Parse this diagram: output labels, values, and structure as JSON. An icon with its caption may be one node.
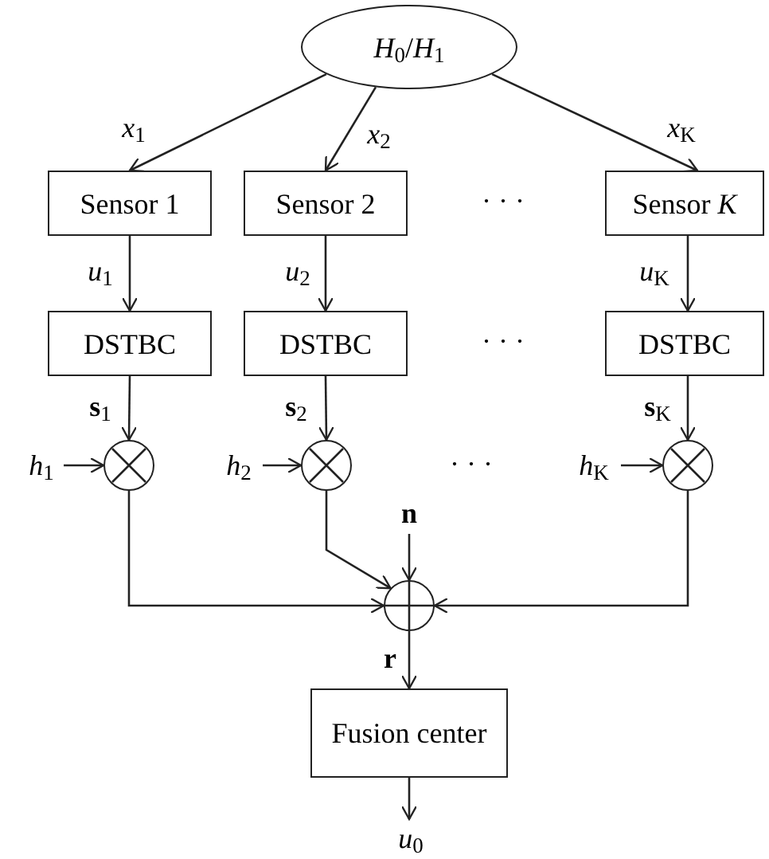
{
  "diagram": {
    "nodes": [
      {
        "text": [
          "*H*$_{0}$/*H*$_{1}$"
        ]
      },
      {
        "text": [
          "Sensor 1"
        ]
      },
      {
        "text": [
          "Sensor 2"
        ]
      },
      {
        "text": [
          "Sensor *K*"
        ]
      },
      {
        "text": [
          "DSTBC"
        ]
      },
      {
        "text": [
          "DSTBC"
        ]
      },
      {
        "text": [
          "DSTBC"
        ]
      },
      {
        "text": [],
        "shape": "circle"
      },
      {
        "text": [],
        "shape": "circle"
      },
      {
        "text": [],
        "shape": "circle"
      },
      {
        "text": [],
        "shape": "circle"
      },
      {
        "text": [
          "Fusion center"
        ]
      }
    ],
    "edges": [
      {
        "from": 0,
        "to": 1,
        "arrow": "to",
        "label": "*x*$_{1}$"
      },
      {
        "from": 0,
        "to": 2,
        "arrow": "to",
        "label": "*x*$_{2}$"
      },
      {
        "from": 0,
        "to": 3,
        "arrow": "to",
        "label": "*x*$_{K}$"
      },
      {
        "from": 1,
        "to": 4,
        "arrow": "to",
        "label": "*u*$_{1}$"
      },
      {
        "from": 2,
        "to": 5,
        "arrow": "to",
        "label": "*u*$_{2}$"
      },
      {
        "from": 3,
        "to": 6,
        "arrow": "to",
        "label": "*u*$_{K}$"
      },
      {
        "from": 4,
        "to": 7,
        "arrow": "to",
        "label": "**s**$_{1}$"
      },
      {
        "from": 5,
        "to": 8,
        "arrow": "to",
        "label": "**s**$_{2}$"
      },
      {
        "from": 6,
        "to": 9,
        "arrow": "to",
        "label": "**s**$_{K}$"
      },
      {
        "from": null,
        "to": 7,
        "arrow": "to",
        "label": "*h*$_{1}$"
      },
      {
        "from": null,
        "to": 8,
        "arrow": "to",
        "label": "*h*$_{2}$"
      },
      {
        "from": null,
        "to": 9,
        "arrow": "to",
        "label": "*h*$_{K}$"
      },
      {
        "from": 7,
        "to": 10,
        "arrow": "to"
      },
      {
        "from": 8,
        "to": 10,
        "arrow": "to"
      },
      {
        "from": 9,
        "to": 10,
        "arrow": "to"
      },
      {
        "from": null,
        "to": 10,
        "arrow": "to",
        "label": "**n**"
      },
      {
        "from": 10,
        "to": 11,
        "arrow": "to",
        "label": "**r**"
      },
      {
        "from": 11,
        "to": null,
        "arrow": "to",
        "label": "*u*$_{0}$"
      }
    ],
    "labels": [
      "· · ·",
      "· · ·",
      "· · ·"
    ]
  }
}
